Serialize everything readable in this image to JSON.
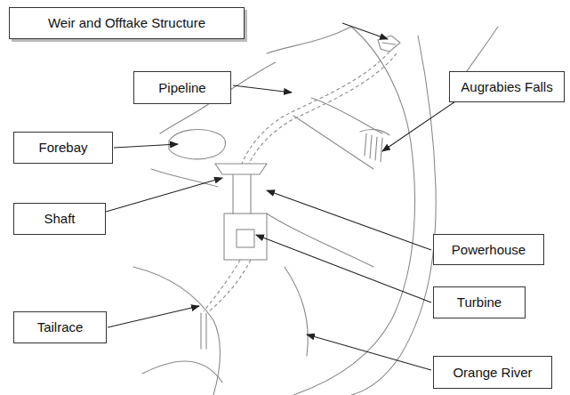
{
  "diagram": {
    "nodes": [
      {
        "text": [
          "Weir and Offtake Structure"
        ]
      },
      {
        "text": [
          "Pipeline"
        ]
      },
      {
        "text": [
          "Augrabies Falls"
        ]
      },
      {
        "text": [
          "Forebay"
        ]
      },
      {
        "text": [
          "Shaft"
        ]
      },
      {
        "text": [
          "Powerhouse"
        ]
      },
      {
        "text": [
          "Turbine"
        ]
      },
      {
        "text": [
          "Tailrace"
        ]
      },
      {
        "text": [
          "Orange River"
        ]
      }
    ]
  }
}
